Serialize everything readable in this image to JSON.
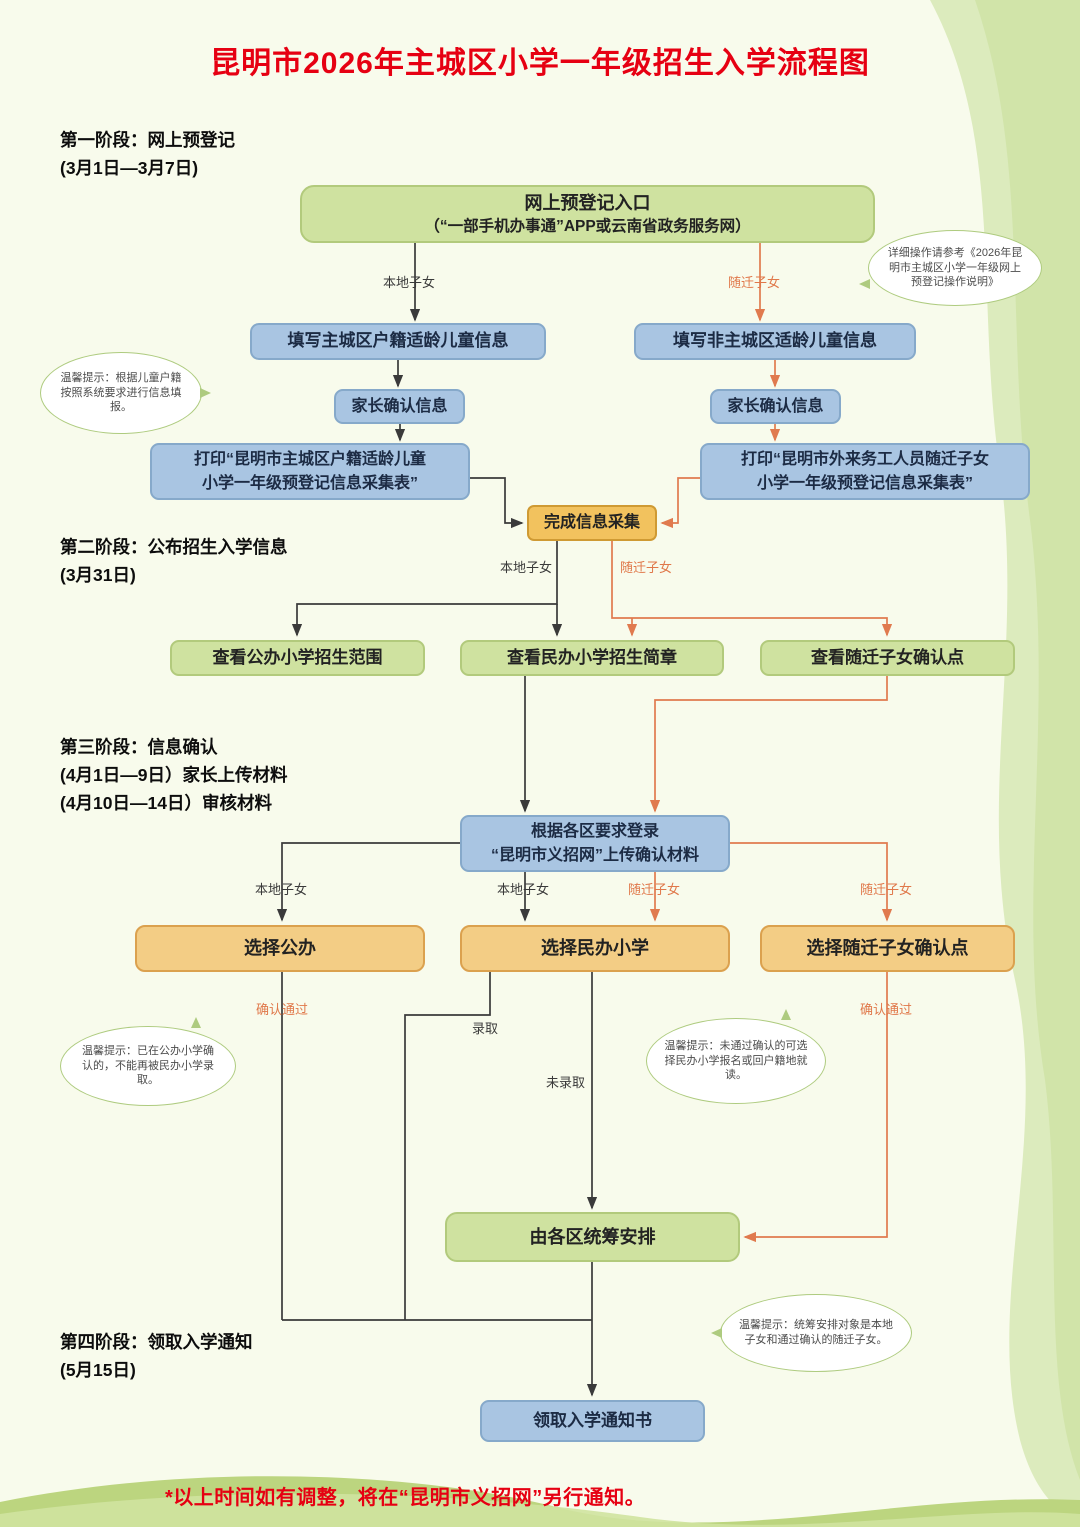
{
  "page": {
    "title": "昆明市2026年主城区小学一年级招生入学流程图",
    "footer_note": "*以上时间如有调整，将在“昆明市义招网”另行通知。"
  },
  "stages": [
    {
      "line1": "第一阶段：网上预登记",
      "line2": "(3月1日—3月7日)"
    },
    {
      "line1": "第二阶段：公布招生入学信息",
      "line2": "(3月31日)"
    },
    {
      "line1": "第三阶段：信息确认",
      "line2": "(4月1日—9日）家长上传材料",
      "line3": "(4月10日—14日）审核材料"
    },
    {
      "line1": "第四阶段：领取入学通知",
      "line2": "(5月15日)"
    }
  ],
  "nodes": {
    "entry_line1": "网上预登记入口",
    "entry_line2": "（“一部手机办事通”APP或云南省政务服务网）",
    "fill_local": "填写主城区户籍适龄儿童信息",
    "fill_migrant": "填写非主城区适龄儿童信息",
    "confirm_parent_left": "家长确认信息",
    "confirm_parent_right": "家长确认信息",
    "print_local_line1": "打印“昆明市主城区户籍适龄儿童",
    "print_local_line2": "小学一年级预登记信息采集表”",
    "print_migrant_line1": "打印“昆明市外来务工人员随迁子女",
    "print_migrant_line2": "小学一年级预登记信息采集表”",
    "complete_collection": "完成信息采集",
    "view_public": "查看公办小学招生范围",
    "view_private": "查看民办小学招生简章",
    "view_checkpoint": "查看随迁子女确认点",
    "upload_line1": "根据各区要求登录",
    "upload_line2": "“昆明市义招网”上传确认材料",
    "choose_public": "选择公办",
    "choose_private": "选择民办小学",
    "choose_checkpoint": "选择随迁子女确认点",
    "arrange": "由各区统筹安排",
    "notice": "领取入学通知书"
  },
  "edge_labels": {
    "local_top": "本地子女",
    "migrant_top": "随迁子女",
    "local_mid": "本地子女",
    "migrant_mid": "随迁子女",
    "local_upload_left": "本地子女",
    "local_upload_mid": "本地子女",
    "migrant_upload_mid": "随迁子女",
    "migrant_upload_right": "随迁子女",
    "pass_left": "确认通过",
    "pass_right": "确认通过",
    "admitted": "录取",
    "not_admitted": "未录取"
  },
  "tips": {
    "guide": "详细操作请参考《2026年昆明市主城区小学一年级网上预登记操作说明》",
    "fill": "温馨提示：根据儿童户籍按照系统要求进行信息填报。",
    "public_lock": "温馨提示：已在公办小学确认的，不能再被民办小学录取。",
    "not_passed": "温馨提示：未通过确认的可选择民办小学报名或回户籍地就读。",
    "arrange_scope": "温馨提示：统筹安排对象是本地子女和通过确认的随迁子女。"
  },
  "colors": {
    "title_red": "#e60012",
    "green_fill": "#cfe2a0",
    "green_border": "#b2ca7c",
    "blue_fill": "#a9c5e2",
    "blue_border": "#86a9ca",
    "yellow_fill": "#f2c25e",
    "yellow_border": "#cf9a33",
    "tan_fill": "#f3cd85",
    "tan_border": "#dba14e",
    "arrow_dark": "#3a3a3a",
    "arrow_orange": "#e07a4e"
  }
}
